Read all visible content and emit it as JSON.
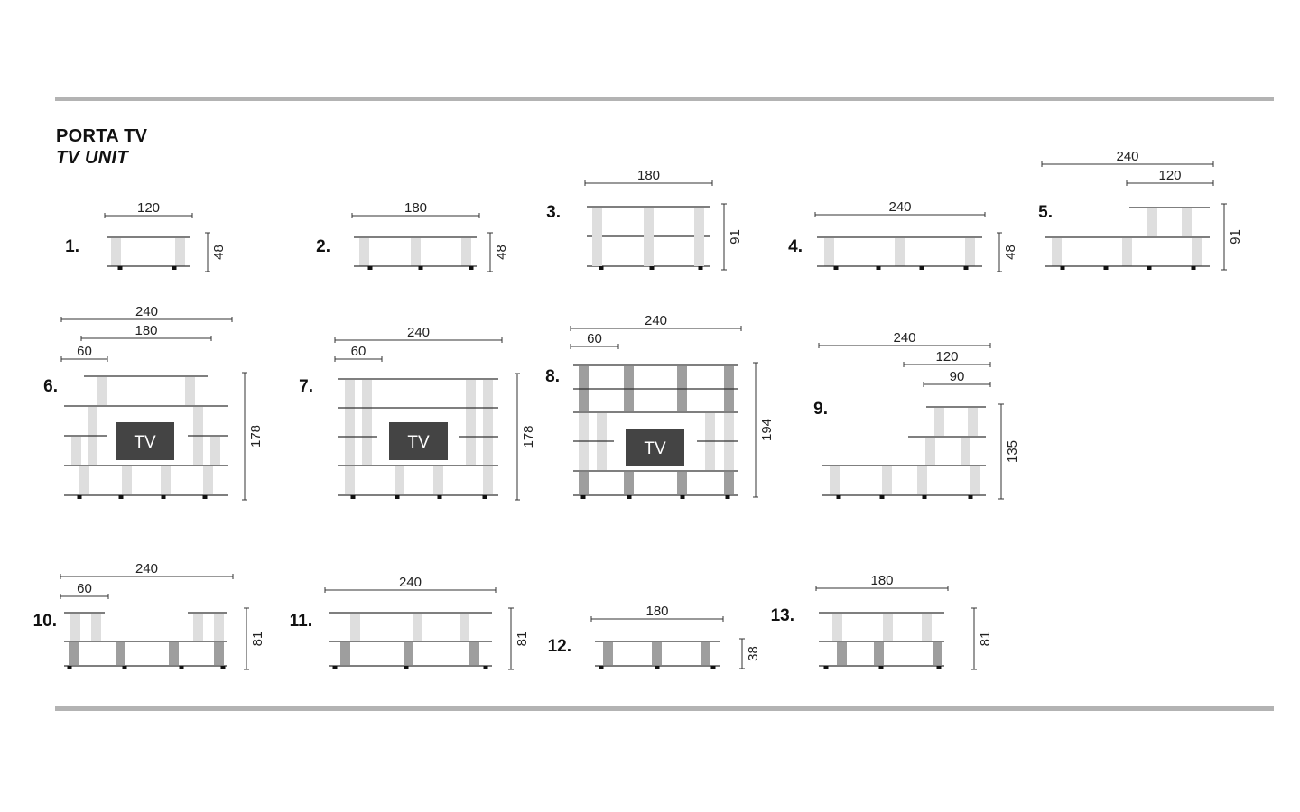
{
  "heading": {
    "title": "PORTA TV",
    "subtitle": "TV UNIT"
  },
  "colors": {
    "light_panel": "#dedede",
    "dark_panel": "#9e9e9e",
    "tv_fill": "#444444",
    "line": "#333333",
    "rule": "#b3b3b3"
  },
  "tv_label": "TV",
  "configurations": [
    {
      "number": "1.",
      "widths": [
        "120"
      ],
      "height": "48"
    },
    {
      "number": "2.",
      "widths": [
        "180"
      ],
      "height": "48"
    },
    {
      "number": "3.",
      "widths": [
        "180"
      ],
      "height": "91"
    },
    {
      "number": "4.",
      "widths": [
        "240"
      ],
      "height": "48"
    },
    {
      "number": "5.",
      "widths": [
        "240",
        "120"
      ],
      "height": "91"
    },
    {
      "number": "6.",
      "widths": [
        "240",
        "180",
        "60"
      ],
      "height": "178"
    },
    {
      "number": "7.",
      "widths": [
        "240",
        "60"
      ],
      "height": "178"
    },
    {
      "number": "8.",
      "widths": [
        "240",
        "60"
      ],
      "height": "194"
    },
    {
      "number": "9.",
      "widths": [
        "240",
        "120",
        "90"
      ],
      "height": "135"
    },
    {
      "number": "10.",
      "widths": [
        "240",
        "60"
      ],
      "height": "81"
    },
    {
      "number": "11.",
      "widths": [
        "240"
      ],
      "height": "81"
    },
    {
      "number": "12.",
      "widths": [
        "180"
      ],
      "height": "38"
    },
    {
      "number": "13.",
      "widths": [
        "180"
      ],
      "height": "81"
    }
  ]
}
